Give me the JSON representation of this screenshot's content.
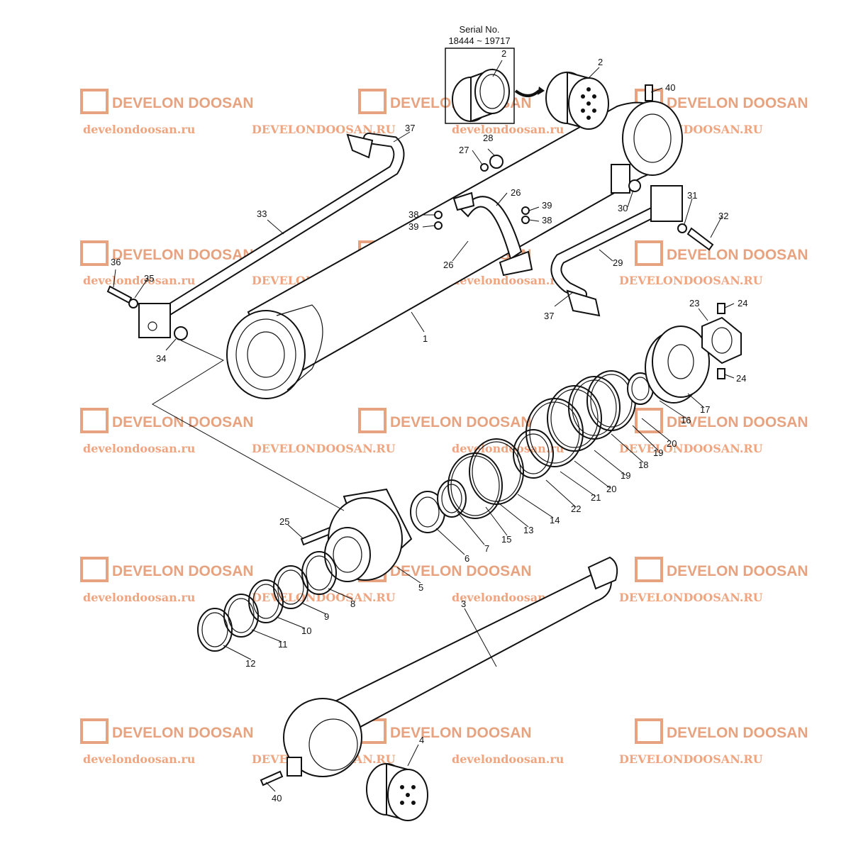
{
  "serial_note": {
    "line1": "Serial No.",
    "line2": "18444 ~ 19717"
  },
  "watermark": {
    "brand": "DEVELON DOOSAN",
    "url_lower": "develondoosan.ru",
    "url_upper": "DEVELONDOOSAN.RU",
    "color": "#e7a27f"
  },
  "callouts": {
    "p1": "1",
    "p2": "2",
    "p3": "3",
    "p4": "4",
    "p5": "5",
    "p6": "6",
    "p7": "7",
    "p8": "8",
    "p9": "9",
    "p10": "10",
    "p11": "11",
    "p12": "12",
    "p13": "13",
    "p14": "14",
    "p15": "15",
    "p16": "16",
    "p17": "17",
    "p18": "18",
    "p19": "19",
    "p20": "20",
    "p21": "21",
    "p22": "22",
    "p23": "23",
    "p24": "24",
    "p25": "25",
    "p26": "26",
    "p27": "27",
    "p28": "28",
    "p29": "29",
    "p30": "30",
    "p31": "31",
    "p32": "32",
    "p33": "33",
    "p34": "34",
    "p35": "35",
    "p36": "36",
    "p37": "37",
    "p38": "38",
    "p39": "39",
    "p40": "40"
  }
}
